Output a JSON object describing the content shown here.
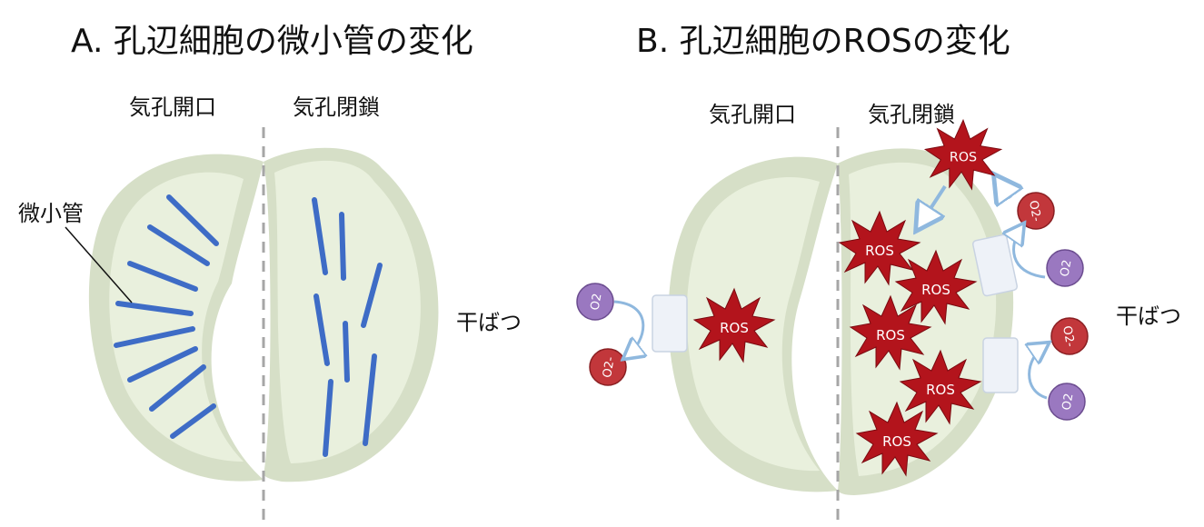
{
  "panelA": {
    "title": "A. 孔辺細胞の微小管の変化",
    "open_label": "気孔開口",
    "closed_label": "気孔閉鎖",
    "microtubule_label": "微小管",
    "drought_label": "干ばつ"
  },
  "panelB": {
    "title": "B. 孔辺細胞のROSの変化",
    "open_label": "気孔開口",
    "closed_label": "気孔閉鎖",
    "drought_label": "干ばつ",
    "ros_label": "ROS",
    "o2_label": "O2",
    "superoxide_label": "O2-"
  },
  "colors": {
    "cell_wall": "#d6dfc7",
    "cytoplasm": "#e9f0dd",
    "microtubule": "#3e6cc6",
    "ros": "#b3141c",
    "o2": "#9a78c0",
    "superoxide": "#c2373b",
    "enzyme": "#eef2f8",
    "divider": "#a6a6a6",
    "arrow": "#8fb8de"
  }
}
